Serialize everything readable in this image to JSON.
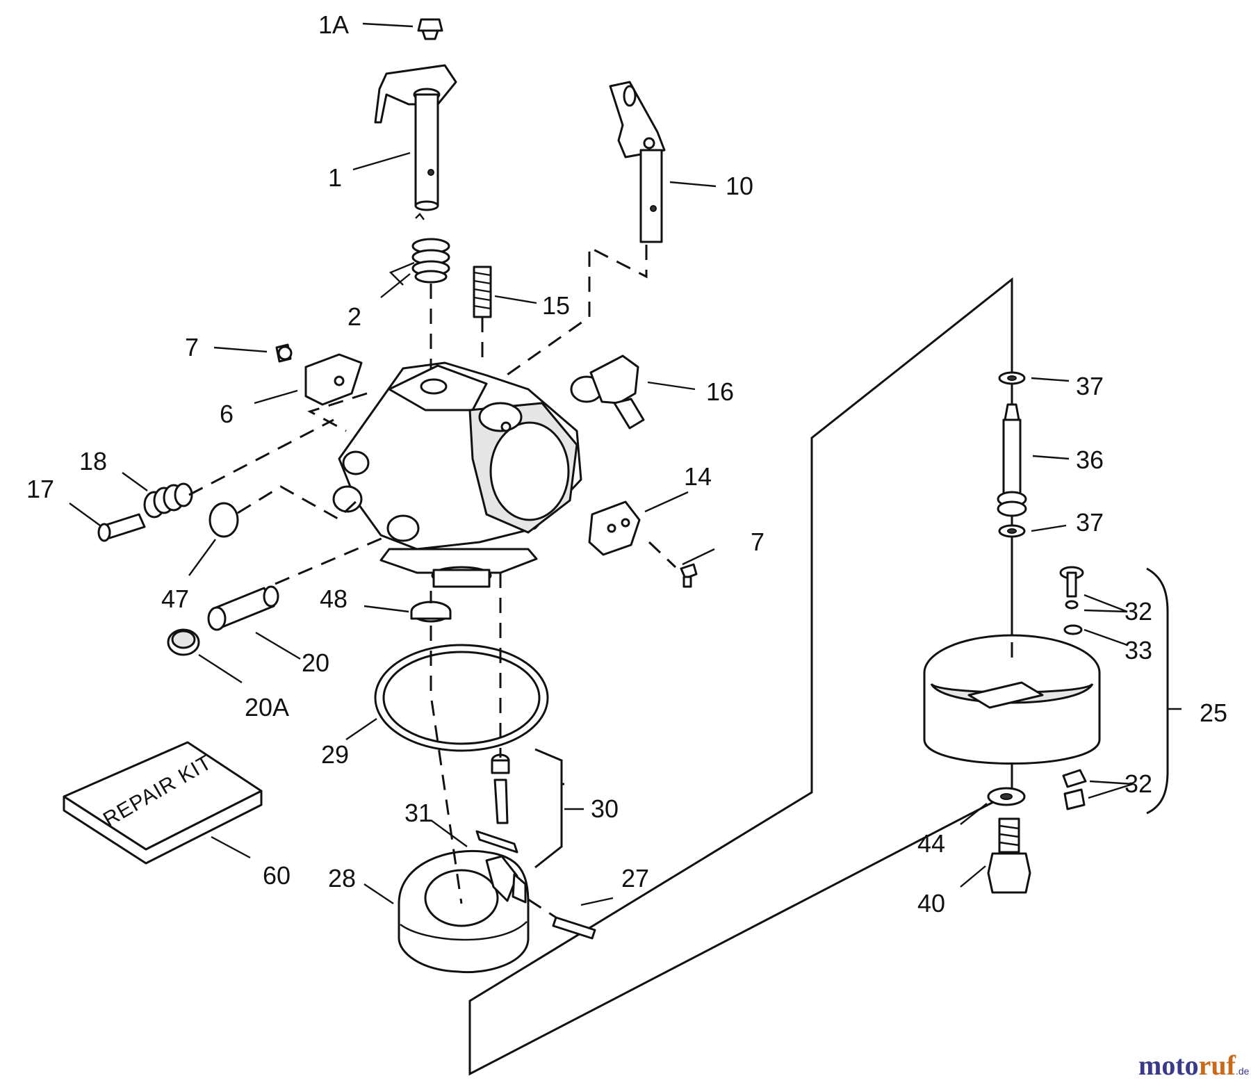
{
  "diagram": {
    "callouts": [
      "1A",
      "1",
      "10",
      "2",
      "15",
      "7",
      "6",
      "16",
      "18",
      "17",
      "14",
      "47",
      "48",
      "20",
      "20A",
      "29",
      "37",
      "36",
      "32",
      "33",
      "25",
      "44",
      "40",
      "30",
      "31",
      "60",
      "28",
      "27"
    ],
    "kit_label": "REPAIR KIT",
    "watermark": {
      "part_a": "moto",
      "part_b": "ruf",
      "part_c": ".de"
    }
  }
}
